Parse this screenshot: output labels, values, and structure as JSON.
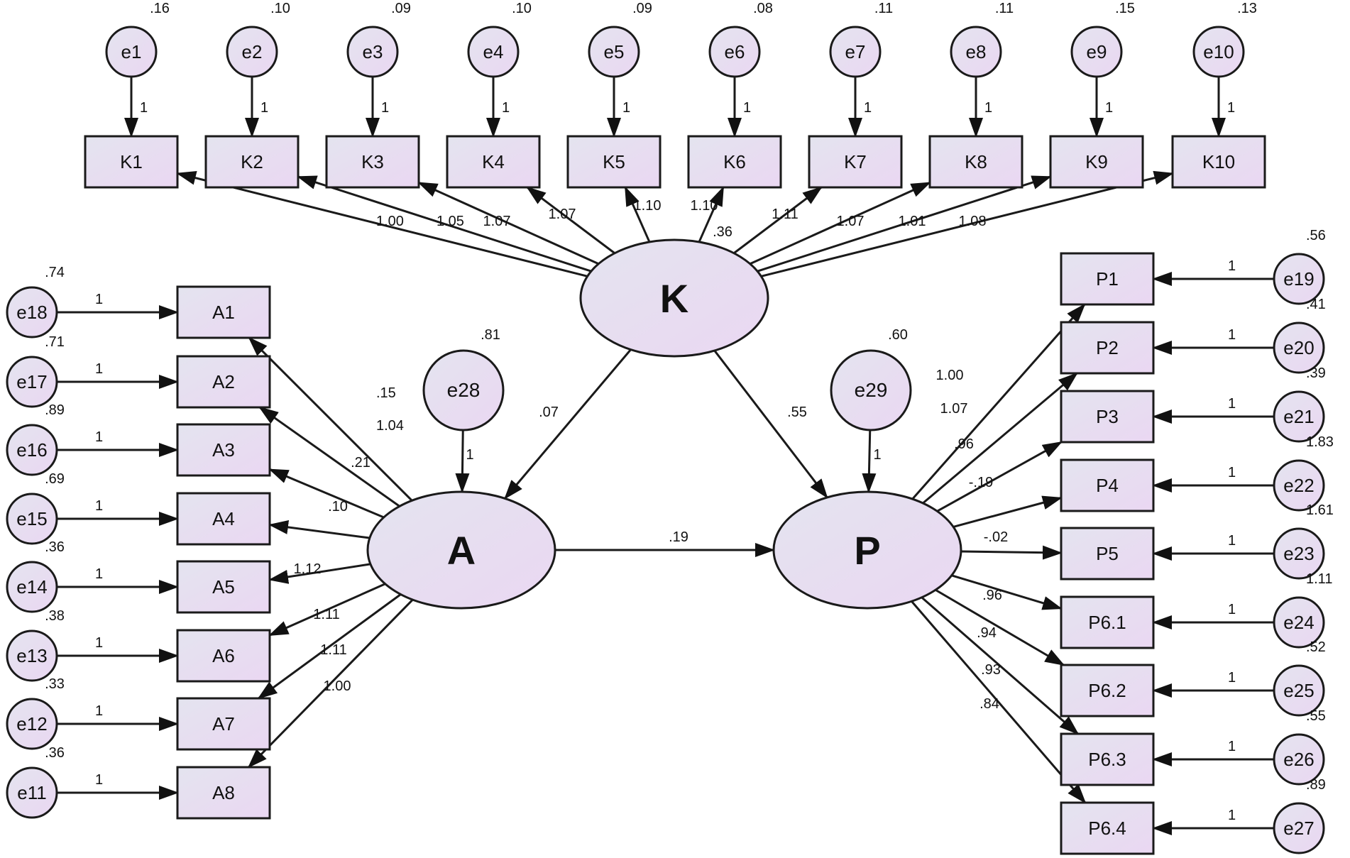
{
  "style": {
    "node_fill_start": "#e4e4ef",
    "node_fill_end": "#ead7f2",
    "stroke": "#1a1a1a"
  },
  "latents": [
    {
      "id": "K",
      "label": "K"
    },
    {
      "id": "A",
      "label": "A"
    },
    {
      "id": "P",
      "label": "P"
    }
  ],
  "observed": [
    {
      "id": "K1",
      "label": "K1"
    },
    {
      "id": "K2",
      "label": "K2"
    },
    {
      "id": "K3",
      "label": "K3"
    },
    {
      "id": "K4",
      "label": "K4"
    },
    {
      "id": "K5",
      "label": "K5"
    },
    {
      "id": "K6",
      "label": "K6"
    },
    {
      "id": "K7",
      "label": "K7"
    },
    {
      "id": "K8",
      "label": "K8"
    },
    {
      "id": "K9",
      "label": "K9"
    },
    {
      "id": "K10",
      "label": "K10"
    },
    {
      "id": "A1",
      "label": "A1"
    },
    {
      "id": "A2",
      "label": "A2"
    },
    {
      "id": "A3",
      "label": "A3"
    },
    {
      "id": "A4",
      "label": "A4"
    },
    {
      "id": "A5",
      "label": "A5"
    },
    {
      "id": "A6",
      "label": "A6"
    },
    {
      "id": "A7",
      "label": "A7"
    },
    {
      "id": "A8",
      "label": "A8"
    },
    {
      "id": "P1",
      "label": "P1"
    },
    {
      "id": "P2",
      "label": "P2"
    },
    {
      "id": "P3",
      "label": "P3"
    },
    {
      "id": "P4",
      "label": "P4"
    },
    {
      "id": "P5",
      "label": "P5"
    },
    {
      "id": "P6.1",
      "label": "P6.1"
    },
    {
      "id": "P6.2",
      "label": "P6.2"
    },
    {
      "id": "P6.3",
      "label": "P6.3"
    },
    {
      "id": "P6.4",
      "label": "P6.4"
    }
  ],
  "errors": [
    {
      "id": "e1",
      "label": "e1",
      "variance": ".16"
    },
    {
      "id": "e2",
      "label": "e2",
      "variance": ".10"
    },
    {
      "id": "e3",
      "label": "e3",
      "variance": ".09"
    },
    {
      "id": "e4",
      "label": "e4",
      "variance": ".10"
    },
    {
      "id": "e5",
      "label": "e5",
      "variance": ".09"
    },
    {
      "id": "e6",
      "label": "e6",
      "variance": ".08"
    },
    {
      "id": "e7",
      "label": "e7",
      "variance": ".11"
    },
    {
      "id": "e8",
      "label": "e8",
      "variance": ".11"
    },
    {
      "id": "e9",
      "label": "e9",
      "variance": ".15"
    },
    {
      "id": "e10",
      "label": "e10",
      "variance": ".13"
    },
    {
      "id": "e18",
      "label": "e18",
      "variance": ".74"
    },
    {
      "id": "e17",
      "label": "e17",
      "variance": ".71"
    },
    {
      "id": "e16",
      "label": "e16",
      "variance": ".89"
    },
    {
      "id": "e15",
      "label": "e15",
      "variance": ".69"
    },
    {
      "id": "e14",
      "label": "e14",
      "variance": ".36"
    },
    {
      "id": "e13",
      "label": "e13",
      "variance": ".38"
    },
    {
      "id": "e12",
      "label": "e12",
      "variance": ".33"
    },
    {
      "id": "e11",
      "label": "e11",
      "variance": ".36"
    },
    {
      "id": "e19",
      "label": "e19",
      "variance": ".56"
    },
    {
      "id": "e20",
      "label": "e20",
      "variance": ".41"
    },
    {
      "id": "e21",
      "label": "e21",
      "variance": ".39"
    },
    {
      "id": "e22",
      "label": "e22",
      "variance": "1.83"
    },
    {
      "id": "e23",
      "label": "e23",
      "variance": "1.61"
    },
    {
      "id": "e24",
      "label": "e24",
      "variance": "1.11"
    },
    {
      "id": "e25",
      "label": "e25",
      "variance": ".52"
    },
    {
      "id": "e26",
      "label": "e26",
      "variance": ".55"
    },
    {
      "id": "e27",
      "label": "e27",
      "variance": ".89"
    },
    {
      "id": "e28",
      "label": "e28",
      "variance": ".81"
    },
    {
      "id": "e29",
      "label": "e29",
      "variance": ".60"
    }
  ],
  "paths": [
    {
      "from": "e1",
      "to": "K1",
      "label": "1"
    },
    {
      "from": "e2",
      "to": "K2",
      "label": "1"
    },
    {
      "from": "e3",
      "to": "K3",
      "label": "1"
    },
    {
      "from": "e4",
      "to": "K4",
      "label": "1"
    },
    {
      "from": "e5",
      "to": "K5",
      "label": "1"
    },
    {
      "from": "e6",
      "to": "K6",
      "label": "1"
    },
    {
      "from": "e7",
      "to": "K7",
      "label": "1"
    },
    {
      "from": "e8",
      "to": "K8",
      "label": "1"
    },
    {
      "from": "e9",
      "to": "K9",
      "label": "1"
    },
    {
      "from": "e10",
      "to": "K10",
      "label": "1"
    },
    {
      "from": "K",
      "to": "K1",
      "label": "1.00"
    },
    {
      "from": "K",
      "to": "K2",
      "label": "1.05"
    },
    {
      "from": "K",
      "to": "K3",
      "label": "1.07"
    },
    {
      "from": "K",
      "to": "K4",
      "label": "1.07"
    },
    {
      "from": "K",
      "to": "K5",
      "label": "1.10"
    },
    {
      "from": "K",
      "to": "K6",
      "label": "1.10"
    },
    {
      "from": "K",
      "to": "K7",
      "label": "1.11"
    },
    {
      "from": "K",
      "to": "K8",
      "label": "1.07"
    },
    {
      "from": "K",
      "to": "K9",
      "label": "1.01"
    },
    {
      "from": "K",
      "to": "K10",
      "label": "1.08"
    },
    {
      "from": "e18",
      "to": "A1",
      "label": "1"
    },
    {
      "from": "e17",
      "to": "A2",
      "label": "1"
    },
    {
      "from": "e16",
      "to": "A3",
      "label": "1"
    },
    {
      "from": "e15",
      "to": "A4",
      "label": "1"
    },
    {
      "from": "e14",
      "to": "A5",
      "label": "1"
    },
    {
      "from": "e13",
      "to": "A6",
      "label": "1"
    },
    {
      "from": "e12",
      "to": "A7",
      "label": "1"
    },
    {
      "from": "e11",
      "to": "A8",
      "label": "1"
    },
    {
      "from": "A",
      "to": "A1",
      "label": ".15"
    },
    {
      "from": "A",
      "to": "A2",
      "label": "1.04"
    },
    {
      "from": "A",
      "to": "A3",
      "label": ".21"
    },
    {
      "from": "A",
      "to": "A4",
      "label": ".10"
    },
    {
      "from": "A",
      "to": "A5",
      "label": "1.12"
    },
    {
      "from": "A",
      "to": "A6",
      "label": "1.11"
    },
    {
      "from": "A",
      "to": "A7",
      "label": "1.11"
    },
    {
      "from": "A",
      "to": "A8",
      "label": "1.00"
    },
    {
      "from": "e19",
      "to": "P1",
      "label": "1"
    },
    {
      "from": "e20",
      "to": "P2",
      "label": "1"
    },
    {
      "from": "e21",
      "to": "P3",
      "label": "1"
    },
    {
      "from": "e22",
      "to": "P4",
      "label": "1"
    },
    {
      "from": "e23",
      "to": "P5",
      "label": "1"
    },
    {
      "from": "e24",
      "to": "P6.1",
      "label": "1"
    },
    {
      "from": "e25",
      "to": "P6.2",
      "label": "1"
    },
    {
      "from": "e26",
      "to": "P6.3",
      "label": "1"
    },
    {
      "from": "e27",
      "to": "P6.4",
      "label": "1"
    },
    {
      "from": "P",
      "to": "P1",
      "label": "1.00"
    },
    {
      "from": "P",
      "to": "P2",
      "label": "1.07"
    },
    {
      "from": "P",
      "to": "P3",
      "label": ".96"
    },
    {
      "from": "P",
      "to": "P4",
      "label": "-.19"
    },
    {
      "from": "P",
      "to": "P5",
      "label": "-.02"
    },
    {
      "from": "P",
      "to": "P6.1",
      "label": ".96"
    },
    {
      "from": "P",
      "to": "P6.2",
      "label": ".94"
    },
    {
      "from": "P",
      "to": "P6.3",
      "label": ".93"
    },
    {
      "from": "P",
      "to": "P6.4",
      "label": ".84"
    },
    {
      "from": "K",
      "to": "A",
      "label": ".07"
    },
    {
      "from": "K",
      "to": "P",
      "label": ".55"
    },
    {
      "from": "A",
      "to": "P",
      "label": ".19"
    },
    {
      "from": "e28",
      "to": "A",
      "label": "1"
    },
    {
      "from": "e29",
      "to": "P",
      "label": "1"
    }
  ],
  "extra_labels": [
    {
      "id": "k-variance",
      "text": ".36"
    }
  ]
}
